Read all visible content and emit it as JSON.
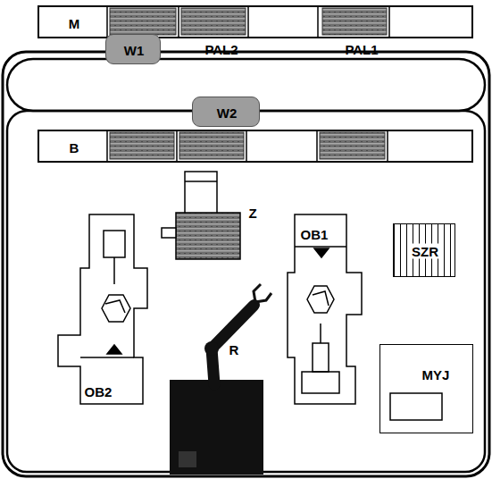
{
  "diagram": {
    "nodes": [
      {
        "text": [
          "M"
        ]
      },
      {
        "text": [
          "W1"
        ]
      },
      {
        "text": [
          "W2"
        ]
      },
      {
        "text": [
          "B"
        ]
      },
      {
        "text": [
          "Z"
        ]
      },
      {
        "text": [
          "OB2"
        ]
      },
      {
        "text": [
          "OB1"
        ]
      },
      {
        "text": [
          "SZR"
        ]
      },
      {
        "text": [
          "R"
        ]
      },
      {
        "text": [
          "MYJ"
        ]
      }
    ],
    "labels": [
      "PAL2",
      "PAL1"
    ]
  }
}
